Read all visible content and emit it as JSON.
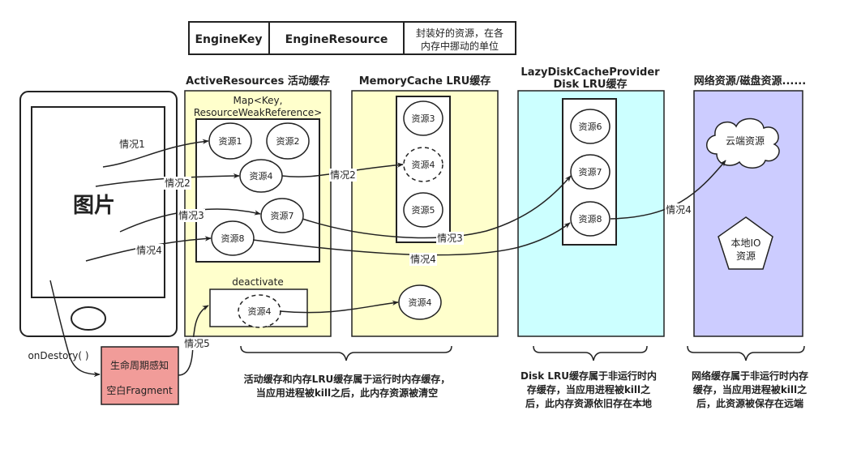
{
  "legend": {
    "engine_key": "EngineKey",
    "engine_resource": "EngineResource",
    "desc_line1": "封装好的资源，在各",
    "desc_line2": "内存中挪动的单位"
  },
  "phone": {
    "image_label": "图片",
    "on_destroy": "onDestory( )"
  },
  "fragment": {
    "line1": "生命周期感知",
    "line2": "空白Fragment"
  },
  "active": {
    "title": "ActiveResources 活动缓存",
    "map_line1": "Map<Key,",
    "map_line2": "ResourceWeakReference>",
    "deactivate": "deactivate",
    "res1": "资源1",
    "res2": "资源2",
    "res4": "资源4",
    "res7": "资源7",
    "res8": "资源8",
    "deactivated_res4": "资源4"
  },
  "memory": {
    "title": "MemoryCache LRU缓存",
    "res3": "资源3",
    "res4": "资源4",
    "res5": "资源5",
    "moved_res4": "资源4"
  },
  "disk": {
    "title1": "LazyDiskCacheProvider",
    "title2": "Disk LRU缓存",
    "res6": "资源6",
    "res7": "资源7",
    "res8": "资源8"
  },
  "network": {
    "title": "网络资源/磁盘资源......",
    "cloud": "云端资源",
    "local_line1": "本地IO",
    "local_line2": "资源"
  },
  "cases": {
    "case1": "情况1",
    "case2_a": "情况2",
    "case2_b": "情况2",
    "case3_a": "情况3",
    "case3_b": "情况3",
    "case4_a": "情况4",
    "case4_b": "情况4",
    "case4_c": "情况4",
    "case5": "情况5"
  },
  "notes": {
    "runtime_line1": "活动缓存和内存LRU缓存属于运行时内存缓存，",
    "runtime_line2": "当应用进程被kill之后，此内存资源被清空",
    "disk_line1": "Disk LRU缓存属于非运行时内",
    "disk_line2": "存缓存，当应用进程被kill之",
    "disk_line3": "后，此内存资源依旧存在本地",
    "net_line1": "网络缓存属于非运行时内存",
    "net_line2": "缓存，当应用进程被kill之",
    "net_line3": "后，此资源被保存在远端"
  },
  "colors": {
    "active_fill": "#ffffcc",
    "memory_fill": "#ffffcc",
    "disk_fill": "#ccffff",
    "network_fill": "#ccccff",
    "fragment_fill": "#f19c99"
  }
}
